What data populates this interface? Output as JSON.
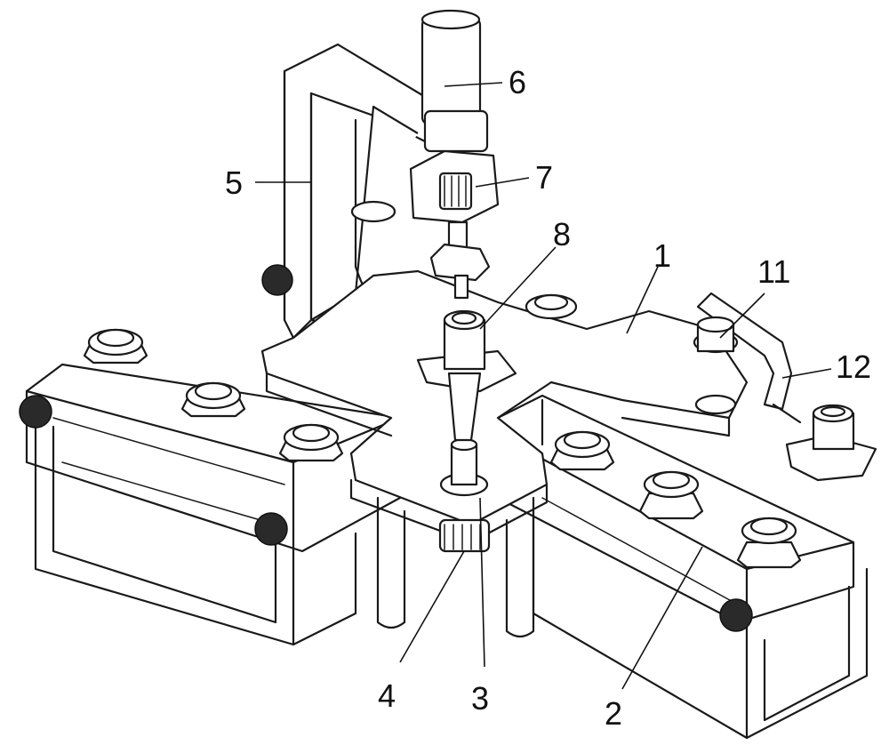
{
  "labels": [
    {
      "id": "1",
      "text": "1"
    },
    {
      "id": "2",
      "text": "2"
    },
    {
      "id": "3",
      "text": "3"
    },
    {
      "id": "4",
      "text": "4"
    },
    {
      "id": "5",
      "text": "5"
    },
    {
      "id": "6",
      "text": "6"
    },
    {
      "id": "7",
      "text": "7"
    },
    {
      "id": "8",
      "text": "8"
    },
    {
      "id": "11",
      "text": "11"
    },
    {
      "id": "12",
      "text": "12"
    }
  ],
  "colors": {
    "line": "#1a1a1a",
    "background": "#ffffff"
  }
}
